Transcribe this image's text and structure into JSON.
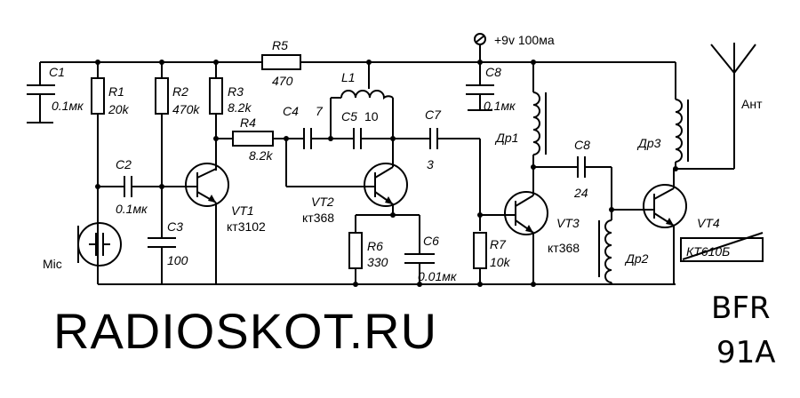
{
  "power": "+9v 100ма",
  "antenna_label": "Ант",
  "mic_label": "Mic",
  "watermark": "RADIOSKOT.RU",
  "handwritten": [
    "BFR",
    "91A"
  ],
  "components": {
    "C1": {
      "name": "C1",
      "value": "0.1мк"
    },
    "R1": {
      "name": "R1",
      "value": "20k"
    },
    "R2": {
      "name": "R2",
      "value": "470k"
    },
    "R3": {
      "name": "R3",
      "value": "8.2k"
    },
    "R5": {
      "name": "R5",
      "value": "470"
    },
    "L1": {
      "name": "L1"
    },
    "C8a": {
      "name": "C8",
      "value": "0.1мк"
    },
    "C4": {
      "name": "C4",
      "value": "7"
    },
    "C5": {
      "name": "C5",
      "value": "10"
    },
    "C7": {
      "name": "C7",
      "value": "3"
    },
    "R4": {
      "name": "R4",
      "value": "8.2k"
    },
    "C2": {
      "name": "C2",
      "value": "0.1мк"
    },
    "C3": {
      "name": "C3",
      "value": "100"
    },
    "VT1": {
      "name": "VT1",
      "value": "кт3102"
    },
    "VT2": {
      "name": "VT2",
      "value": "кт368"
    },
    "R6": {
      "name": "R6",
      "value": "330"
    },
    "C6": {
      "name": "C6",
      "value": "0.01мк"
    },
    "R7": {
      "name": "R7",
      "value": "10k"
    },
    "VT3": {
      "name": "VT3",
      "value": "кт368"
    },
    "Dr1": {
      "name": "Др1"
    },
    "C8b": {
      "name": "C8",
      "value": "24"
    },
    "Dr2": {
      "name": "Др2"
    },
    "Dr3": {
      "name": "Др3"
    },
    "VT4": {
      "name": "VT4",
      "value": "КТ610Б"
    }
  }
}
